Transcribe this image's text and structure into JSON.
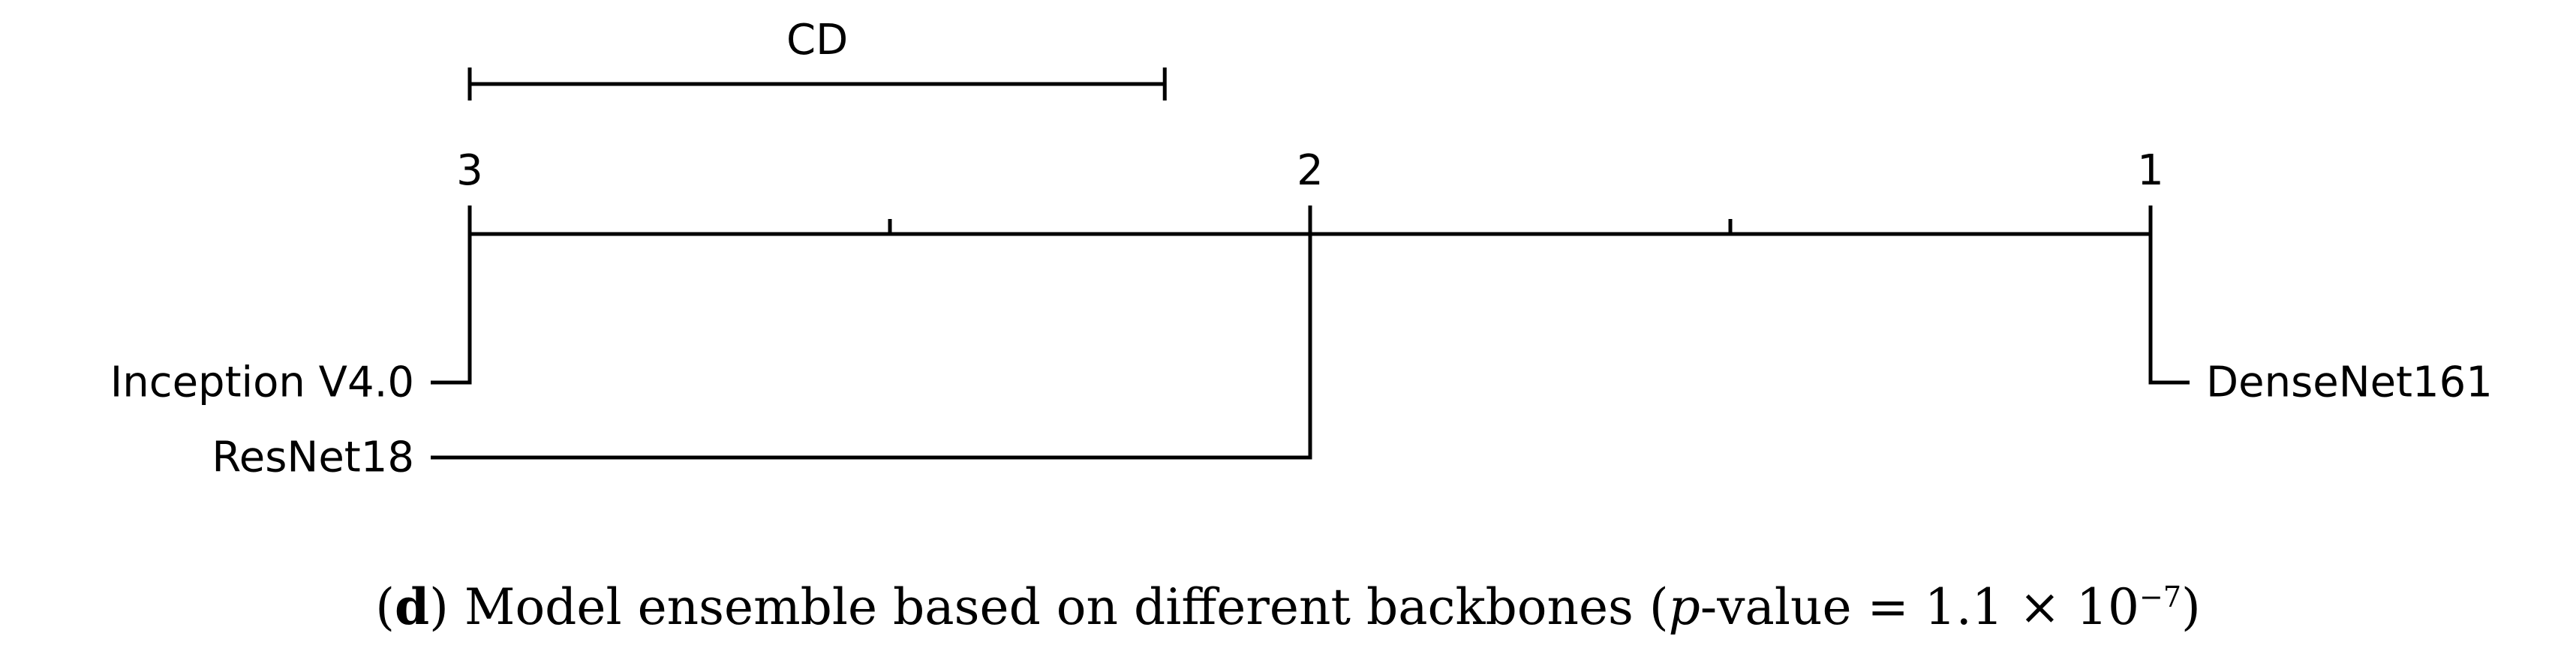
{
  "chart_data": {
    "type": "critical-difference-diagram",
    "axis": {
      "min": 1,
      "max": 3,
      "ticks": [
        3,
        2.5,
        2,
        1.5,
        1
      ],
      "tick_labels": [
        {
          "value": 3,
          "label": "3"
        },
        {
          "value": 2,
          "label": "2"
        },
        {
          "value": 1,
          "label": "1"
        }
      ],
      "reversed": true
    },
    "cd": {
      "label": "CD",
      "start": 3,
      "end": 2.173
    },
    "methods": [
      {
        "name": "Inception V4.0",
        "rank": 3,
        "side": "left",
        "order": 1
      },
      {
        "name": "ResNet18",
        "rank": 2,
        "side": "left",
        "order": 2
      },
      {
        "name": "DenseNet161",
        "rank": 1,
        "side": "right",
        "order": 1
      }
    ],
    "line_color": "#000000"
  },
  "caption": {
    "open_paren": "(",
    "letter": "d",
    "close_paren": ")",
    "text_before": " Model ensemble based on different backbones (",
    "p_var": "p",
    "text_after": "-value = 1.1 × 10",
    "exponent": "−7",
    "closing": ")"
  }
}
